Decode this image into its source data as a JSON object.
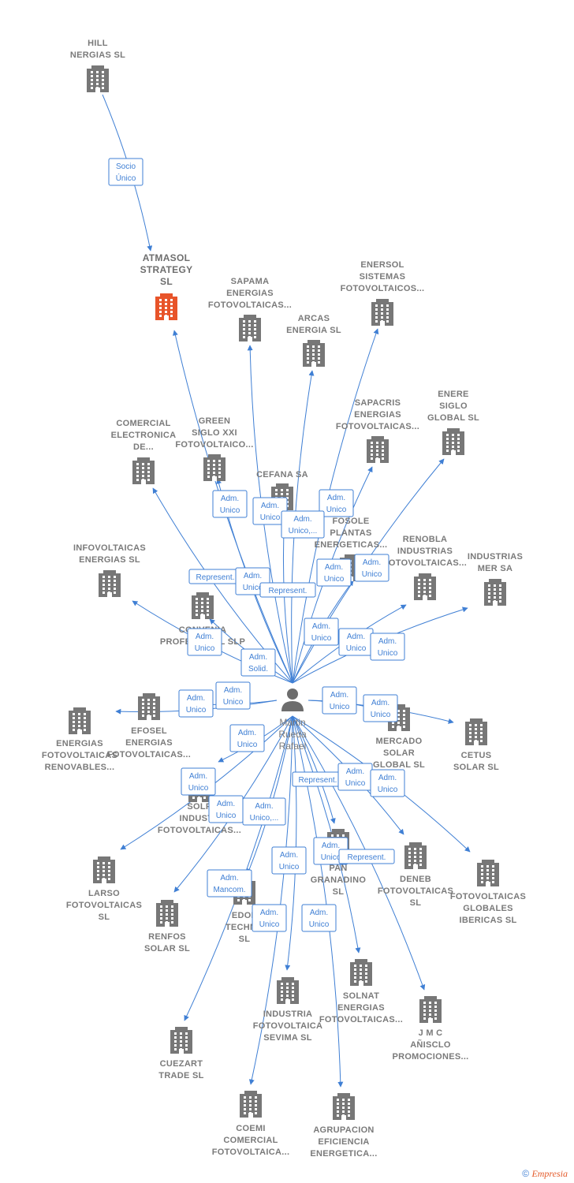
{
  "center": {
    "id": "center",
    "label": [
      "Martin",
      "Rueda",
      "Rafael"
    ]
  },
  "colors": {
    "edge": "#3f7fd4",
    "building": "#777777",
    "highlight": "#e8542a"
  },
  "nodes": [
    {
      "id": "hill",
      "label": [
        "HILL",
        "NERGIAS  SL"
      ]
    },
    {
      "id": "atmasol",
      "label": [
        "ATMASOL",
        "STRATEGY",
        "SL"
      ],
      "highlight": true
    },
    {
      "id": "sapama",
      "label": [
        "SAPAMA",
        "ENERGIAS",
        "FOTOVOLTAICAS..."
      ]
    },
    {
      "id": "enersol",
      "label": [
        "ENERSOL",
        "SISTEMAS",
        "FOTOVOLTAICOS..."
      ]
    },
    {
      "id": "arcas",
      "label": [
        "ARCAS",
        "ENERGIA  SL"
      ]
    },
    {
      "id": "comercial_el",
      "label": [
        "COMERCIAL",
        "ELECTRONICA",
        "DE..."
      ]
    },
    {
      "id": "green",
      "label": [
        "GREEN",
        "SIGLO XXI",
        "FOTOVOLTAICO..."
      ]
    },
    {
      "id": "sapacris",
      "label": [
        "SAPACRIS",
        "ENERGIAS",
        "FOTOVOLTAICAS..."
      ]
    },
    {
      "id": "enere",
      "label": [
        "ENERE",
        "SIGLO",
        "GLOBAL  SL"
      ]
    },
    {
      "id": "cefana",
      "label": [
        "CEFANA SA"
      ]
    },
    {
      "id": "fosole",
      "label": [
        "FOSOLE",
        "PLANTAS",
        "ENERGETICAS..."
      ]
    },
    {
      "id": "renobla",
      "label": [
        "RENOBLA",
        "INDUSTRIAS",
        "FOTOVOLTAICAS..."
      ]
    },
    {
      "id": "industrias_mer",
      "label": [
        "INDUSTRIAS",
        "MER SA"
      ]
    },
    {
      "id": "infovolt",
      "label": [
        "INFOVOLTAICAS",
        "ENERGIAS  SL"
      ]
    },
    {
      "id": "convenia",
      "label": [
        "CONVENIA",
        "PROFESIONAL  SLP"
      ]
    },
    {
      "id": "energias_fr",
      "label": [
        "ENERGIAS",
        "FOTOVOLTAICAS",
        "RENOVABLES..."
      ]
    },
    {
      "id": "efosel",
      "label": [
        "EFOSEL",
        "ENERGIAS",
        "FOTOVOLTAICAS..."
      ]
    },
    {
      "id": "mercado",
      "label": [
        "MERCADO",
        "SOLAR",
        "GLOBAL  SL"
      ]
    },
    {
      "id": "cetus",
      "label": [
        "CETUS",
        "SOLAR SL"
      ]
    },
    {
      "id": "solp",
      "label": [
        "SOLP",
        "INDUSTR",
        "FOTOVOLTAICAS..."
      ]
    },
    {
      "id": "larso",
      "label": [
        "LARSO",
        "FOTOVOLTAICAS",
        "SL"
      ]
    },
    {
      "id": "renfos",
      "label": [
        "RENFOS",
        "SOLAR  SL"
      ]
    },
    {
      "id": "edop",
      "label": [
        "EDOP",
        "TECHNO",
        "SL"
      ]
    },
    {
      "id": "pan",
      "label": [
        "PAN",
        "GRANADINO",
        "SL"
      ]
    },
    {
      "id": "deneb",
      "label": [
        "DENEB",
        "FOTOVOLTAICAS",
        "SL"
      ]
    },
    {
      "id": "fotovol_glob",
      "label": [
        "FOTOVOLTAICAS",
        "GLOBALES",
        "IBERICAS  SL"
      ]
    },
    {
      "id": "solnat",
      "label": [
        "SOLNAT",
        "ENERGIAS",
        "FOTOVOLTAICAS..."
      ]
    },
    {
      "id": "jmc",
      "label": [
        "J M C",
        "AÑISCLO",
        "PROMOCIONES..."
      ]
    },
    {
      "id": "industria_sev",
      "label": [
        "INDUSTRIA",
        "FOTOVOLTAICA",
        "SEVIMA  SL"
      ]
    },
    {
      "id": "cuezart",
      "label": [
        "CUEZART",
        "TRADE SL"
      ]
    },
    {
      "id": "coemi",
      "label": [
        "COEMI",
        "COMERCIAL",
        "FOTOVOLTAICA..."
      ]
    },
    {
      "id": "agrupacion",
      "label": [
        "AGRUPACION",
        "EFICIENCIA",
        "ENERGETICA..."
      ]
    }
  ],
  "edges": [
    {
      "from": "hill",
      "to": "atmasol",
      "label": [
        "Socio",
        "Único"
      ]
    },
    {
      "from": "center",
      "to": "atmasol",
      "label": [
        "Adm.",
        "Unico"
      ]
    },
    {
      "from": "center",
      "to": "sapama",
      "label": [
        "Adm.",
        "Unico"
      ]
    },
    {
      "from": "center",
      "to": "enersol",
      "label": [
        "Adm.",
        "Unico"
      ]
    },
    {
      "from": "center",
      "to": "arcas",
      "label": [
        "Adm.",
        "Unico,..."
      ]
    },
    {
      "from": "center",
      "to": "comercial_el",
      "label": [
        "Represent."
      ]
    },
    {
      "from": "center",
      "to": "green",
      "label": [
        "Adm.",
        "Unico"
      ]
    },
    {
      "from": "center",
      "to": "sapacris",
      "label": [
        "Adm.",
        "Unico"
      ]
    },
    {
      "from": "center",
      "to": "enere",
      "label": [
        "Adm.",
        "Unico"
      ]
    },
    {
      "from": "center",
      "to": "cefana",
      "label": [
        "Represent."
      ]
    },
    {
      "from": "center",
      "to": "fosole",
      "label": [
        "Adm.",
        "Unico"
      ]
    },
    {
      "from": "center",
      "to": "renobla",
      "label": [
        "Adm.",
        "Unico"
      ]
    },
    {
      "from": "center",
      "to": "industrias_mer",
      "label": [
        "Adm.",
        "Unico"
      ]
    },
    {
      "from": "center",
      "to": "infovolt",
      "label": [
        "Adm.",
        "Unico"
      ]
    },
    {
      "from": "center",
      "to": "convenia",
      "label": [
        "Adm.",
        "Solid."
      ]
    },
    {
      "from": "center",
      "to": "energias_fr",
      "label": [
        "Adm.",
        "Unico"
      ]
    },
    {
      "from": "center",
      "to": "efosel",
      "label": [
        "Adm.",
        "Unico"
      ]
    },
    {
      "from": "center",
      "to": "mercado",
      "label": [
        "Adm.",
        "Unico"
      ]
    },
    {
      "from": "center",
      "to": "cetus",
      "label": [
        "Adm.",
        "Unico"
      ]
    },
    {
      "from": "center",
      "to": "solp",
      "label": [
        "Adm.",
        "Unico"
      ]
    },
    {
      "from": "center",
      "to": "larso",
      "label": [
        "Adm.",
        "Unico"
      ]
    },
    {
      "from": "center",
      "to": "renfos",
      "label": [
        "Adm.",
        "Unico"
      ]
    },
    {
      "from": "center",
      "to": "edop",
      "label": [
        "Adm.",
        "Unico,..."
      ]
    },
    {
      "from": "center",
      "to": "pan",
      "label": [
        "Represent."
      ]
    },
    {
      "from": "center",
      "to": "deneb",
      "label": [
        "Adm.",
        "Unico"
      ]
    },
    {
      "from": "center",
      "to": "fotovol_glob",
      "label": [
        "Adm.",
        "Unico"
      ]
    },
    {
      "from": "center",
      "to": "solnat",
      "label": [
        "Adm.",
        "Unico"
      ]
    },
    {
      "from": "center",
      "to": "jmc",
      "label": [
        "Represent."
      ]
    },
    {
      "from": "center",
      "to": "industria_sev",
      "label": [
        "Adm.",
        "Unico"
      ]
    },
    {
      "from": "center",
      "to": "cuezart",
      "label": [
        "Adm.",
        "Mancom."
      ]
    },
    {
      "from": "center",
      "to": "coemi",
      "label": [
        "Adm.",
        "Unico"
      ]
    },
    {
      "from": "center",
      "to": "agrupacion",
      "label": [
        "Adm.",
        "Unico"
      ]
    }
  ],
  "footer": {
    "copyright": "©",
    "brand": "Empresia"
  }
}
